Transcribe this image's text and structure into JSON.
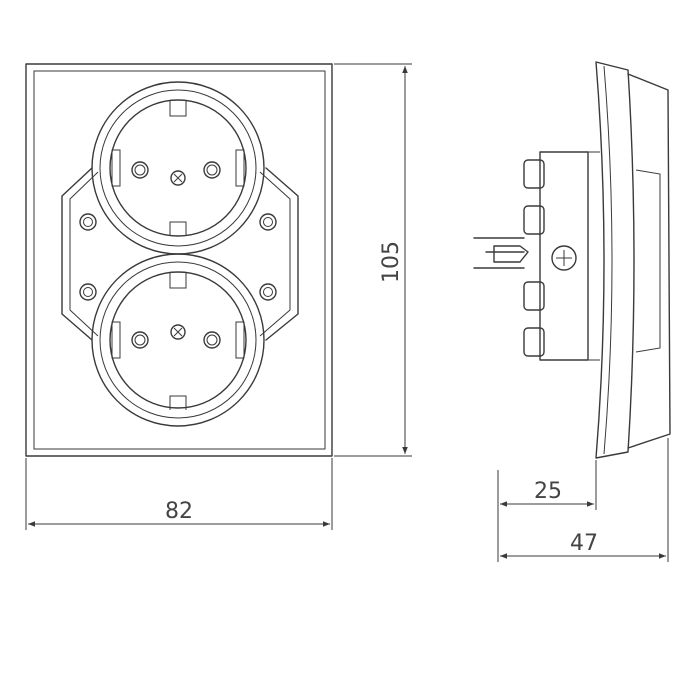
{
  "dimensions": {
    "width": "82",
    "height": "105",
    "depth_inner": "25",
    "depth_total": "47"
  },
  "colors": {
    "line": "#3a3a3a",
    "text": "#444444",
    "background": "#ffffff"
  }
}
